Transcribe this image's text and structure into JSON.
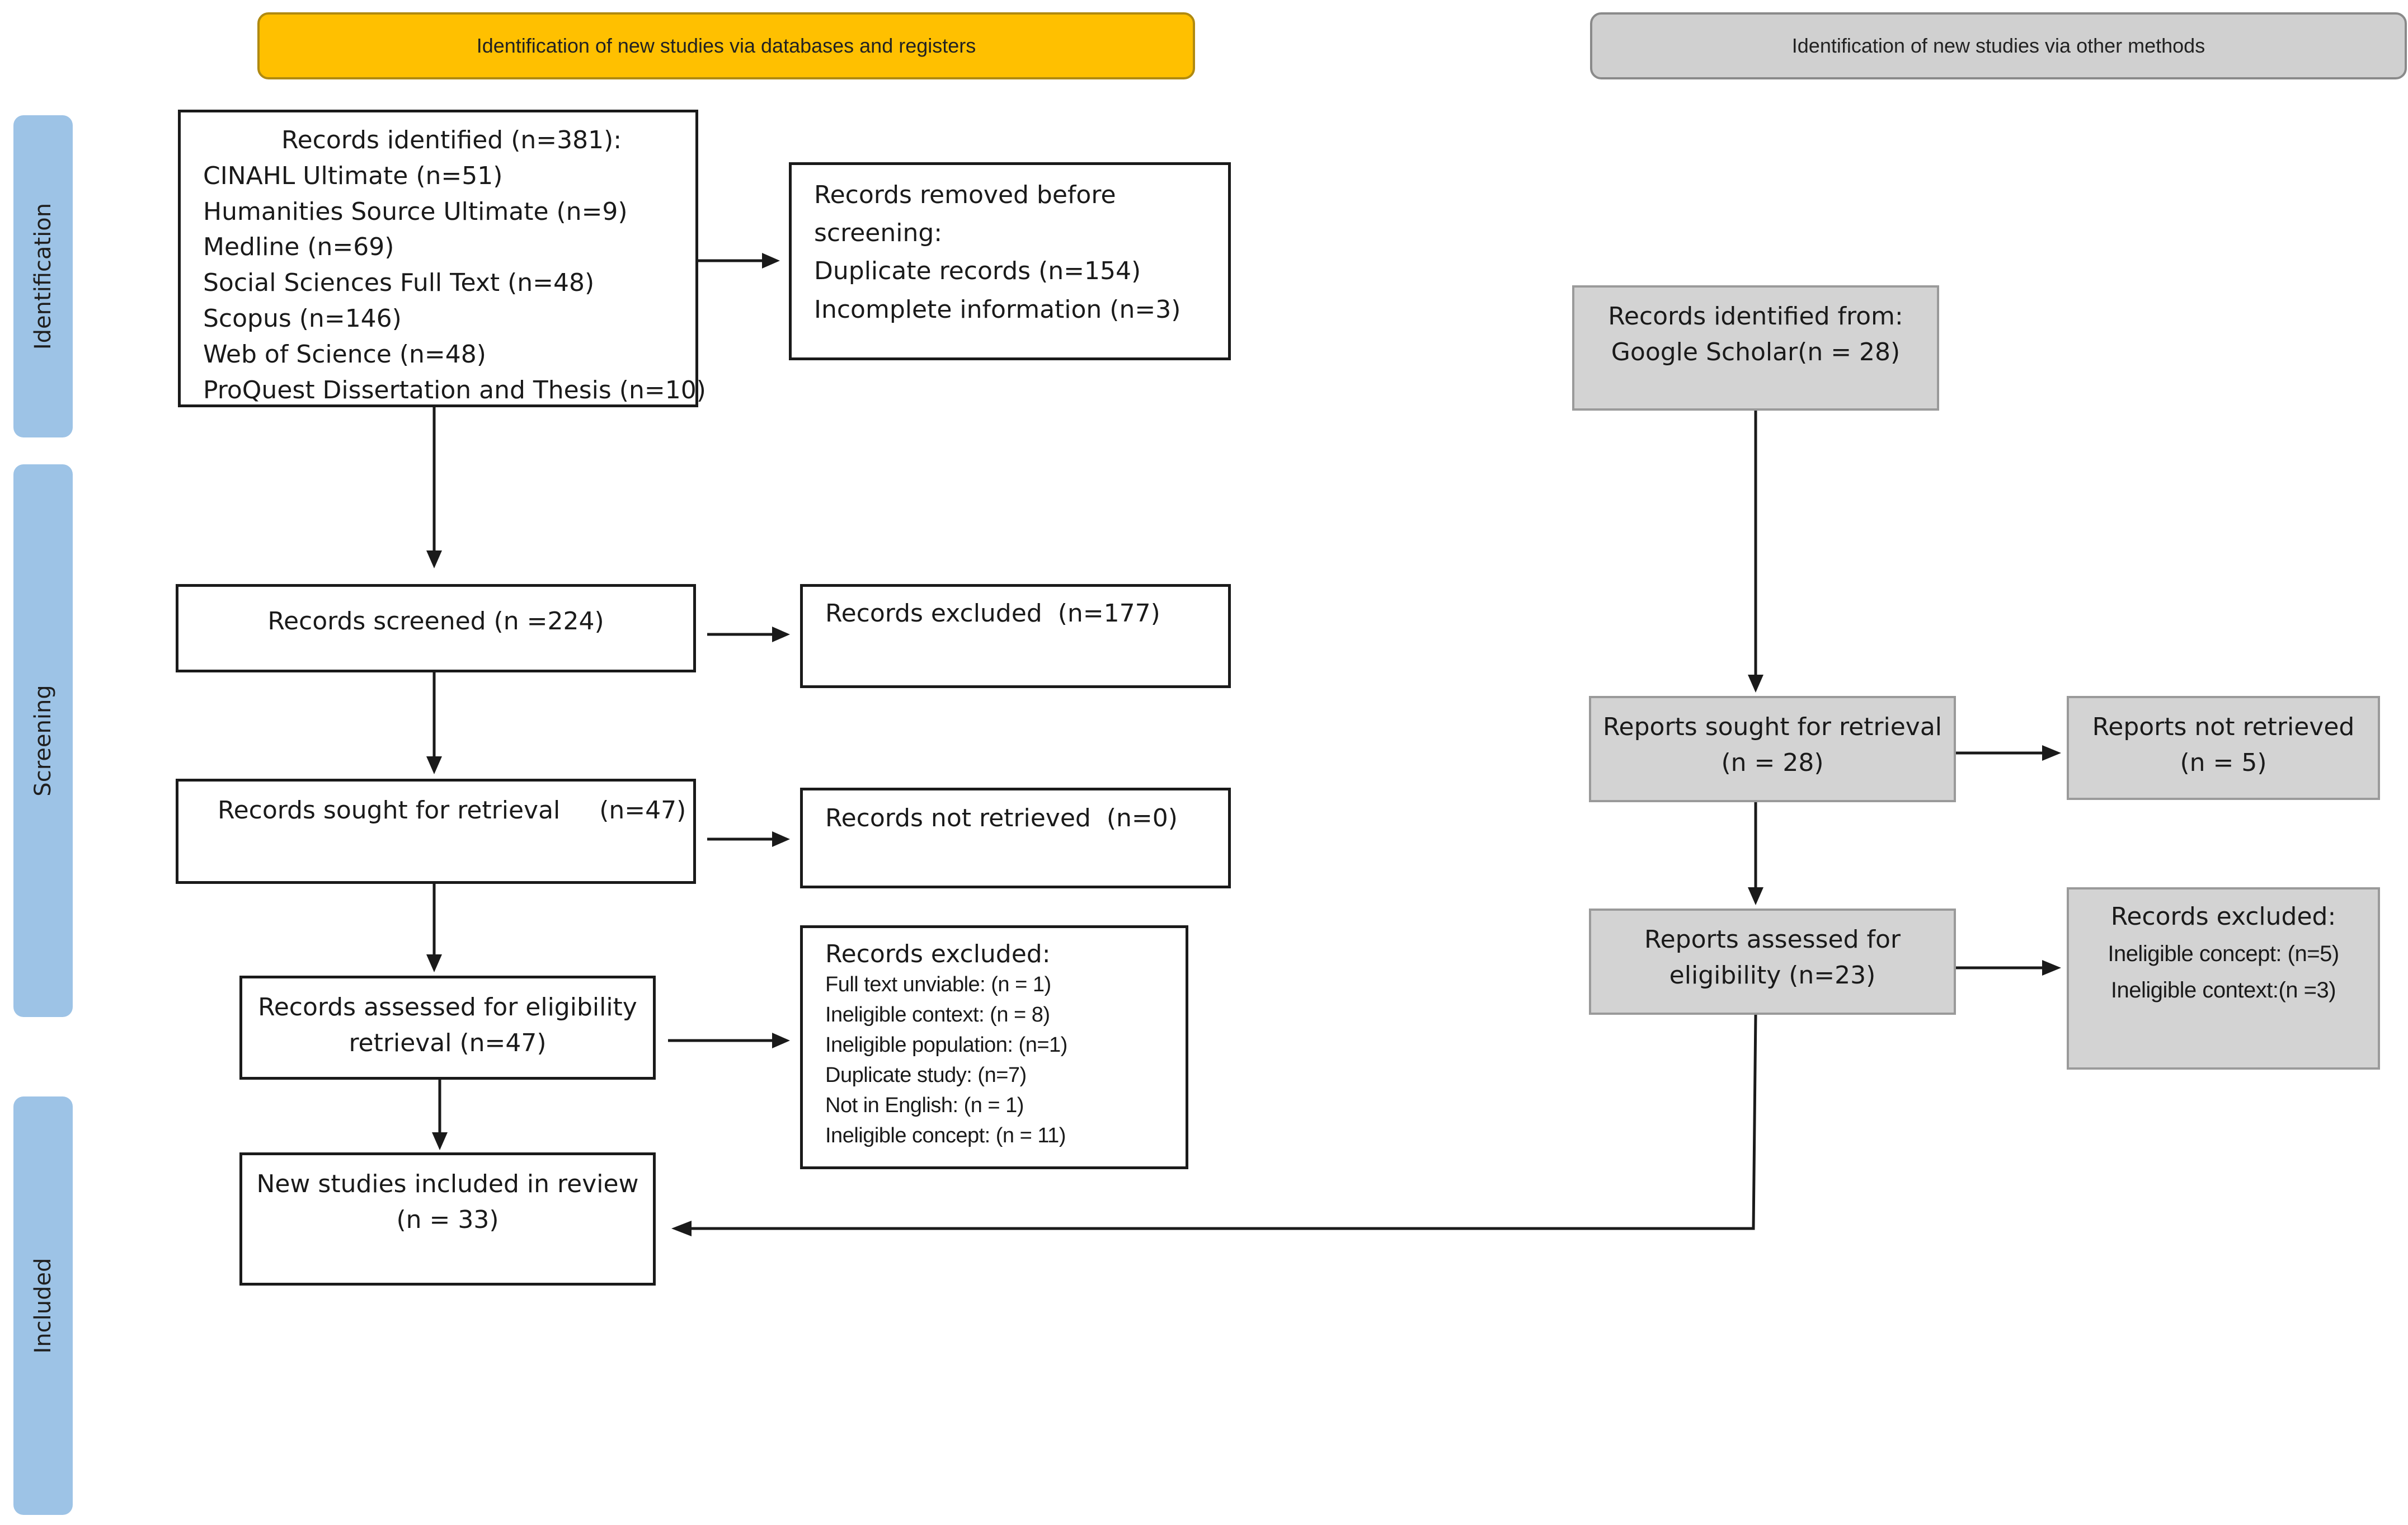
{
  "headers": {
    "databases": "Identification of new studies via databases and registers",
    "other": "Identification of new studies via other methods"
  },
  "phases": {
    "identification": "Identification",
    "screening": "Screening",
    "included": "Included"
  },
  "databases": {
    "identified": {
      "title": "Records identified (n=381):",
      "sources": [
        "CINAHL Ultimate (n=51)",
        "Humanities Source Ultimate (n=9)",
        "Medline (n=69)",
        "Social Sciences Full Text (n=48)",
        "Scopus (n=146)",
        "Web of Science (n=48)",
        "ProQuest Dissertation and Thesis (n=10)"
      ]
    },
    "removed": {
      "lines": [
        "Records removed before",
        "screening:",
        "Duplicate records (n=154)",
        "Incomplete information (n=3)"
      ]
    },
    "screened": "Records screened (n =224)",
    "excluded_screen": "Records excluded  (n=177)",
    "sought": "Records sought for retrieval     (n=47)",
    "not_retrieved": "Records not retrieved  (n=0)",
    "assessed": {
      "line1": "Records assessed for eligibility",
      "line2": "retrieval (n=47)"
    },
    "excluded_eligibility": {
      "title": "Records excluded:",
      "reasons": [
        "Full text unviable: (n = 1)",
        "Ineligible context: (n = 8)",
        "Ineligible population: (n=1)",
        "Duplicate study: (n=7)",
        "Not in English: (n = 1)",
        "Ineligible concept: (n = 11)"
      ]
    },
    "included": {
      "line1": "New studies included in review",
      "line2": "(n = 33)"
    }
  },
  "other": {
    "identified": {
      "line1": "Records identified from:",
      "line2": "Google Scholar(n = 28)"
    },
    "sought": {
      "line1": "Reports sought for retrieval",
      "line2": "(n = 28)"
    },
    "not_retrieved": {
      "line1": "Reports not retrieved",
      "line2": "(n = 5)"
    },
    "assessed": {
      "line1": "Reports assessed for",
      "line2": "eligibility (n=23)"
    },
    "excluded": {
      "title": "Records excluded:",
      "reasons": [
        "Ineligible concept: (n=5)",
        "Ineligible context:(n =3)"
      ]
    }
  },
  "colors": {
    "db_header": "#ffc000",
    "other_header": "#d0d0d0",
    "phase_label": "#9dc3e6",
    "grey_box": "#d3d3d3"
  }
}
